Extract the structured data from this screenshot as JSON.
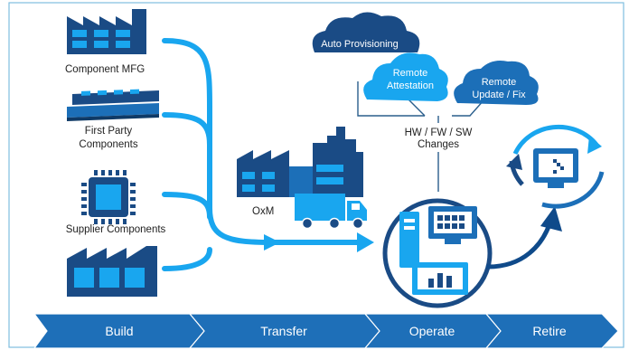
{
  "sources": {
    "component_mfg": "Component MFG",
    "first_party": [
      "First Party",
      "Components"
    ],
    "supplier": "Supplier Components"
  },
  "oxm": {
    "label": "OxM"
  },
  "clouds": {
    "auto_provisioning": "Auto Provisioning",
    "remote_attestation": [
      "Remote",
      "Attestation"
    ],
    "remote_update": [
      "Remote",
      "Update / Fix"
    ]
  },
  "changes": [
    "HW / FW / SW",
    "Changes"
  ],
  "stages": [
    "Build",
    "Transfer",
    "Operate",
    "Retire"
  ],
  "colors": {
    "dark_blue": "#1a4b85",
    "mid_blue": "#1c6fb8",
    "light_blue": "#19a6ef",
    "chevron": "#1e6fb8"
  }
}
